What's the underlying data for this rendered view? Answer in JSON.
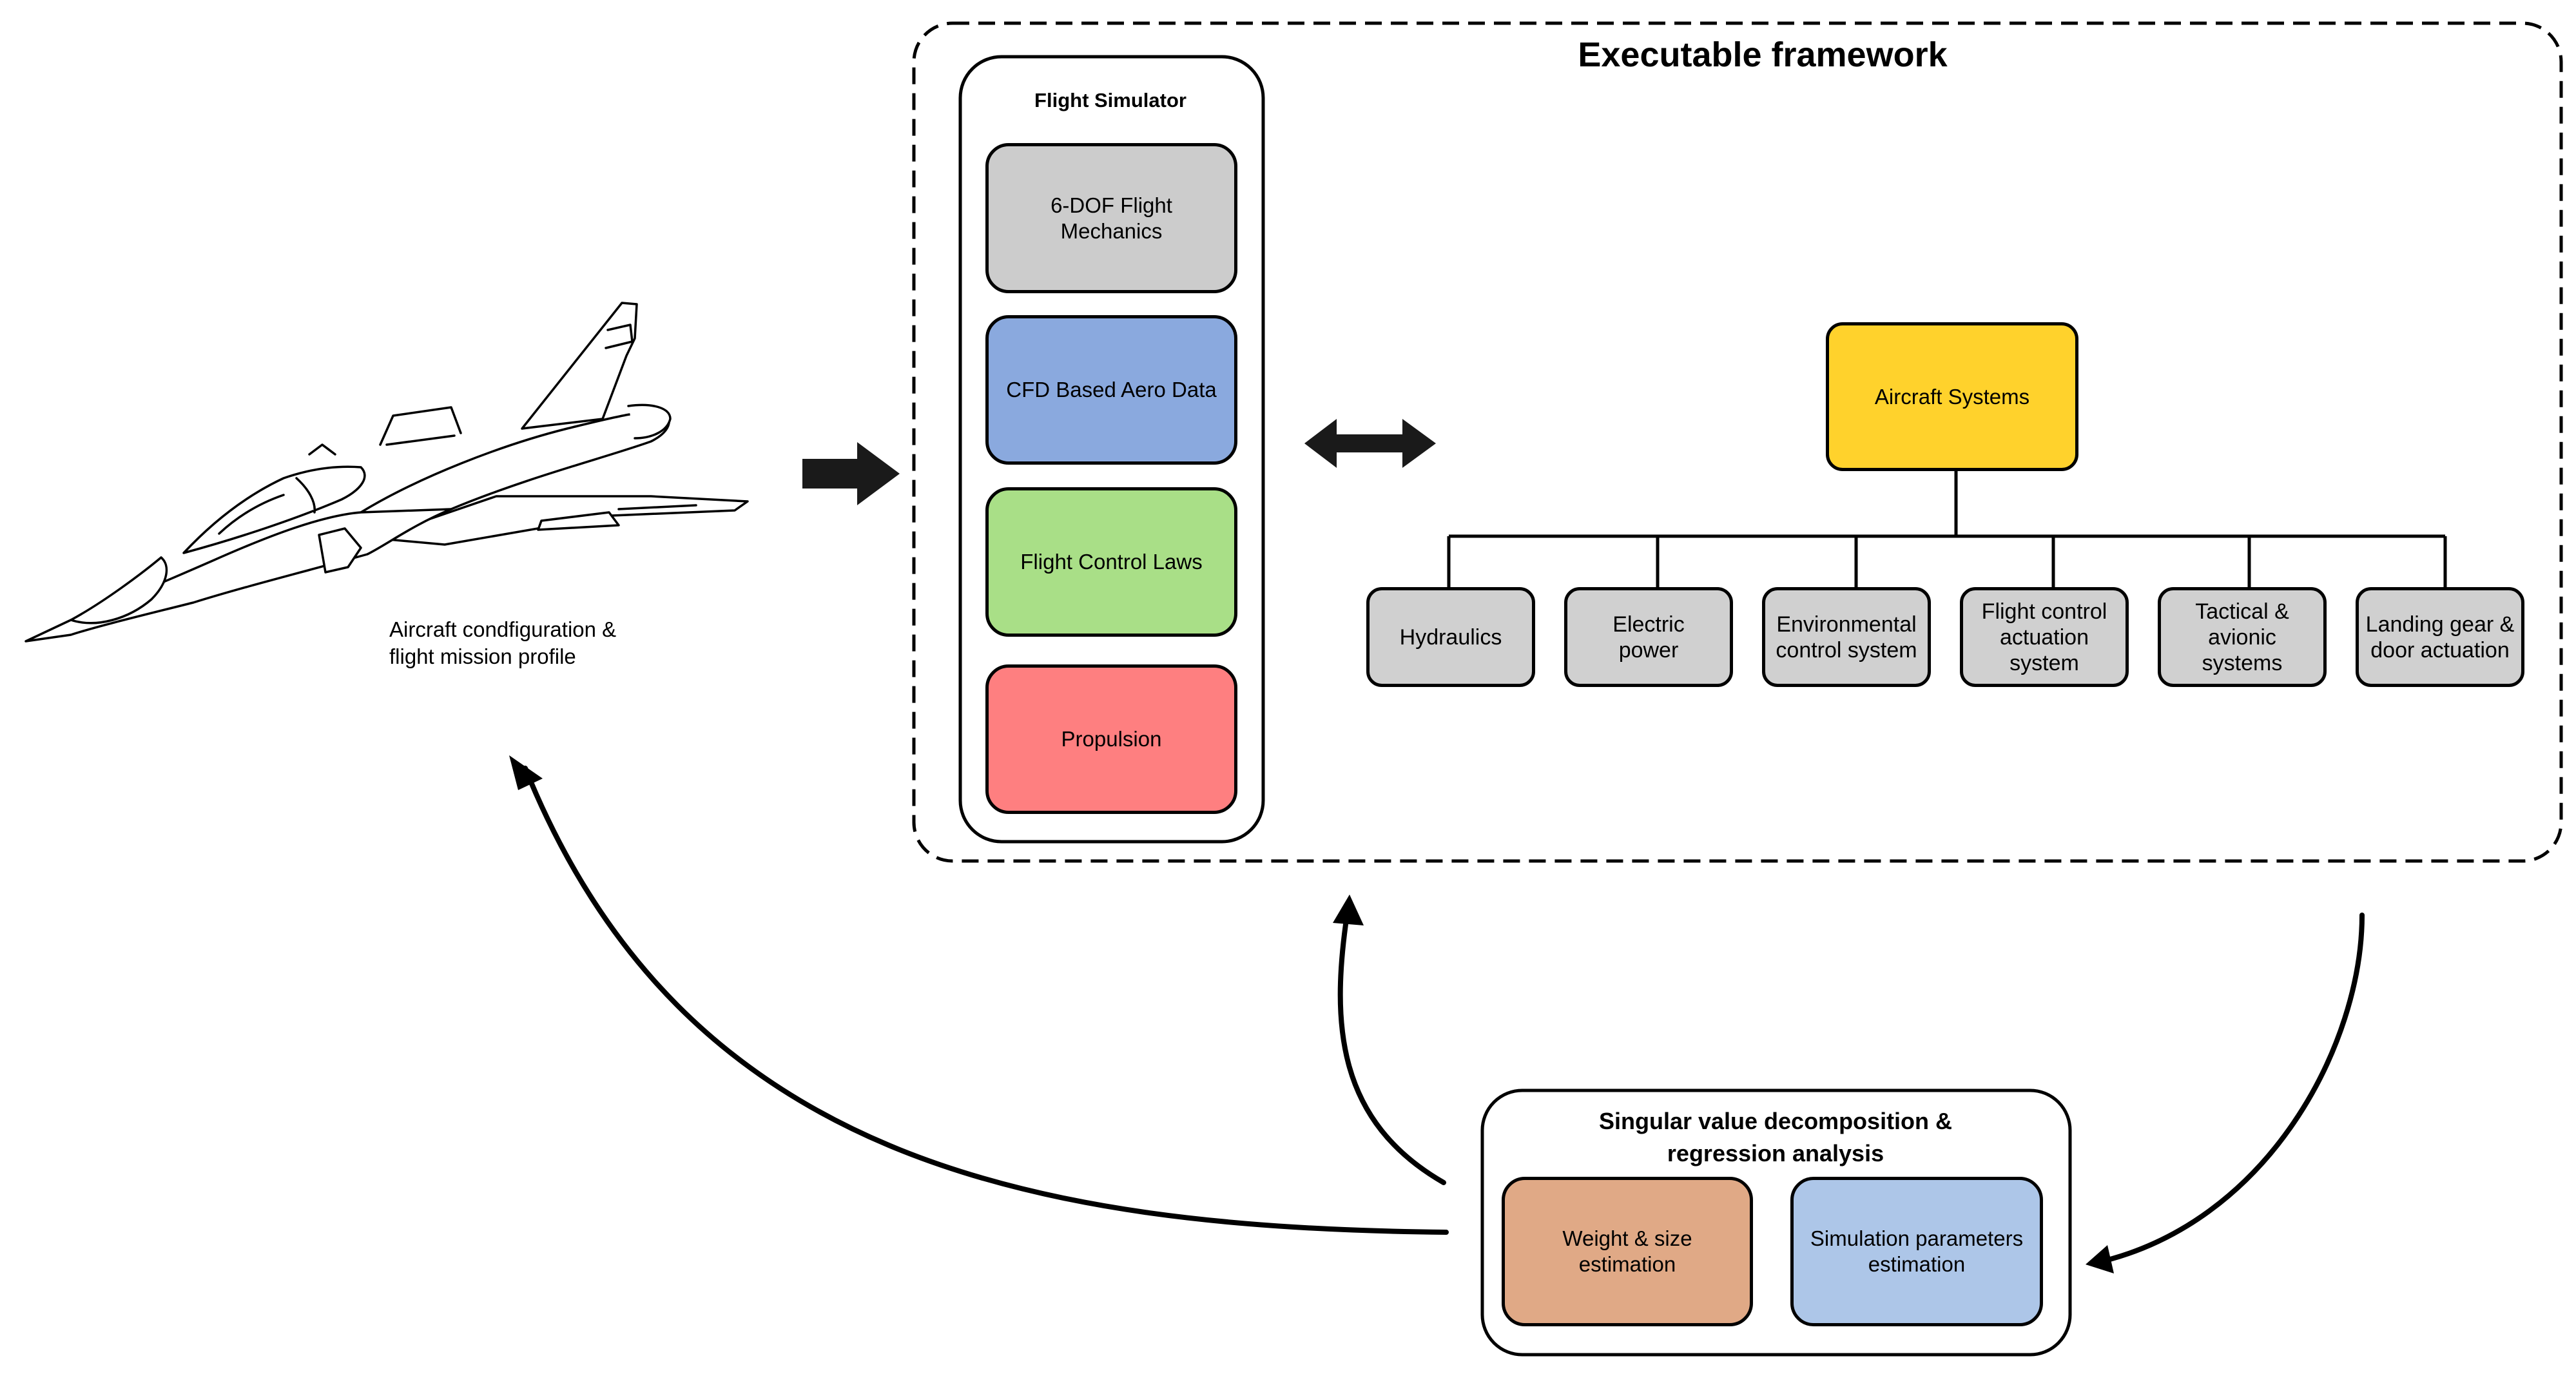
{
  "framework": {
    "title": "Executable framework"
  },
  "simulator": {
    "title": "Flight Simulator",
    "modules": [
      {
        "label": "6-DOF Flight Mechanics",
        "color": "#cccccc"
      },
      {
        "label": "CFD Based Aero Data",
        "color": "#8aa9de"
      },
      {
        "label": "Flight Control Laws",
        "color": "#a9df87"
      },
      {
        "label": "Propulsion",
        "color": "#fe7f80"
      }
    ]
  },
  "aircraft_systems": {
    "label": "Aircraft Systems",
    "color": "#ffd22c",
    "children": [
      "Hydraulics",
      "Electric power",
      "Environmental control system",
      "Flight control actuation system",
      "Tactical & avionic systems",
      "Landing gear & door actuation"
    ],
    "child_color": "#d0d0d0"
  },
  "aircraft": {
    "caption_line1": "Aircraft condfiguration &",
    "caption_line2": "flight mission profile"
  },
  "svd": {
    "title_line1": "Singular value decomposition &",
    "title_line2": "regression analysis",
    "weight_line1": "Weight & size",
    "weight_line2": "estimation",
    "weight_color": "#e0a986",
    "sim_line1": "Simulation parameters",
    "sim_line2": "estimation",
    "sim_color": "#adc6e8"
  }
}
